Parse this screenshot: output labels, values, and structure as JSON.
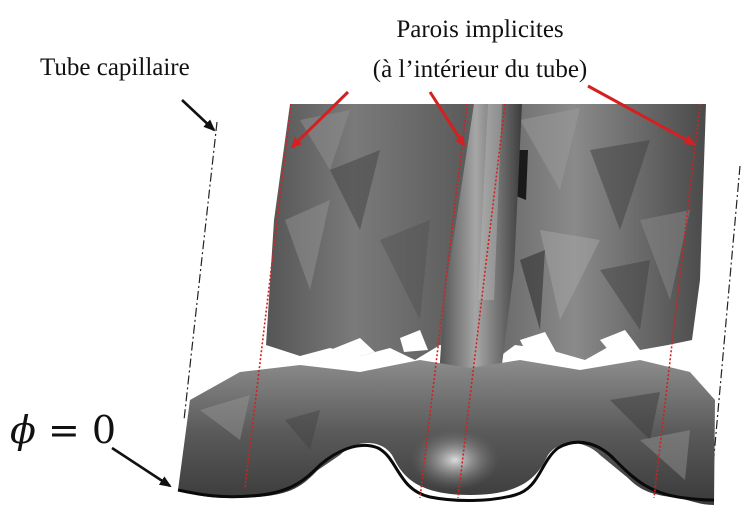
{
  "labels": {
    "capillary_tube": "Tube capillaire",
    "implicit_walls_line1": "Parois implicites",
    "implicit_walls_line2": "(à l’intérieur du tube)",
    "phi_symbol": "ϕ",
    "phi_equation": " = 0"
  },
  "colors": {
    "wall_marker": "#d42020",
    "annotation_arrow": "#d42020",
    "pointer_arrow": "#111111",
    "surface_dark": "#3e3e3e",
    "surface_mid": "#6a6a6a",
    "surface_light": "#a0a0a0",
    "background": "#ffffff"
  }
}
